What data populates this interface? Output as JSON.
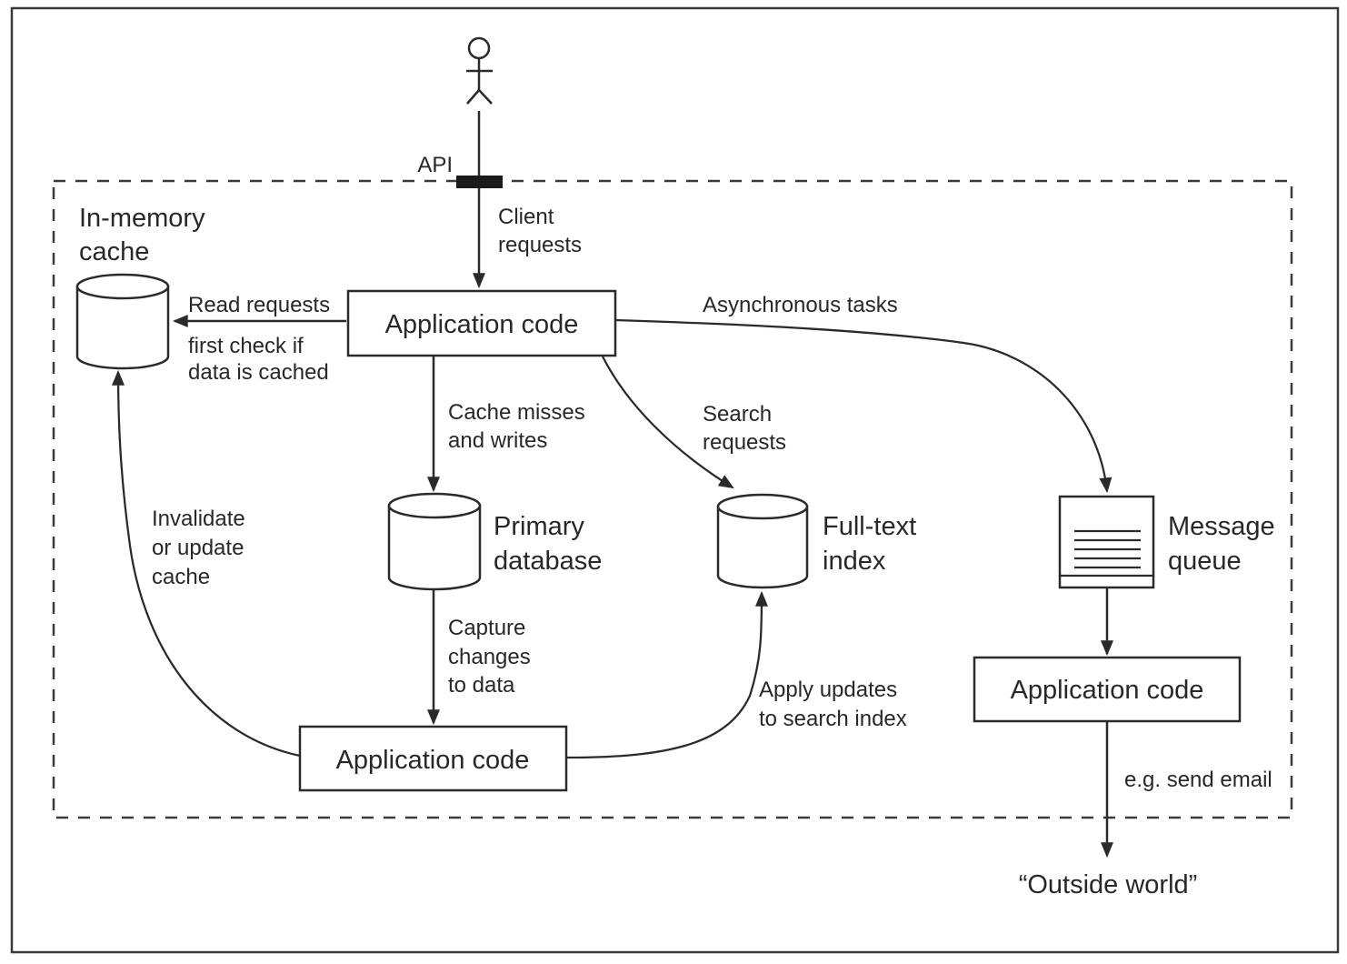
{
  "colors": {
    "ink": "#2a2a2a",
    "frame": "#3a3a3a",
    "background": "#ffffff"
  },
  "api": {
    "label": "API"
  },
  "nodes": {
    "in_memory_cache": {
      "lines": [
        "In-memory",
        "cache"
      ]
    },
    "app_code_top": {
      "label": "Application code"
    },
    "primary_database": {
      "lines": [
        "Primary",
        "database"
      ]
    },
    "full_text_index": {
      "lines": [
        "Full-text",
        "index"
      ]
    },
    "message_queue": {
      "lines": [
        "Message",
        "queue"
      ]
    },
    "app_code_bottom": {
      "label": "Application code"
    },
    "app_code_right": {
      "label": "Application code"
    },
    "outside_world": {
      "label": "“Outside world”"
    }
  },
  "edges": {
    "client_requests": {
      "lines": [
        "Client",
        "requests"
      ]
    },
    "read_requests": {
      "title": "Read requests",
      "sub": [
        "first check if",
        "data is cached"
      ]
    },
    "cache_misses": {
      "lines": [
        "Cache misses",
        "and writes"
      ]
    },
    "search_requests": {
      "lines": [
        "Search",
        "requests"
      ]
    },
    "async_tasks": {
      "label": "Asynchronous tasks"
    },
    "capture_changes": {
      "lines": [
        "Capture",
        "changes",
        "to data"
      ]
    },
    "apply_updates": {
      "lines": [
        "Apply updates",
        "to search index"
      ]
    },
    "invalidate_cache": {
      "lines": [
        "Invalidate",
        "or update",
        "cache"
      ]
    },
    "send_email": {
      "label": "e.g. send email"
    }
  }
}
